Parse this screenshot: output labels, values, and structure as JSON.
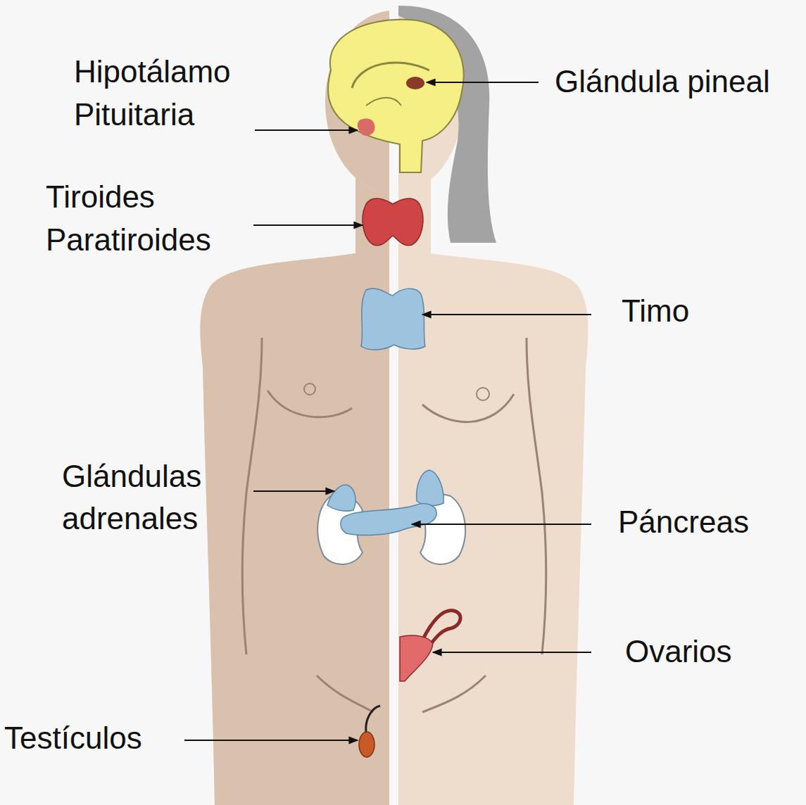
{
  "diagram": {
    "labels": [
      "Hipotálamo",
      "Pituitaria",
      "Glándula pineal",
      "Tiroides",
      "Paratiroides",
      "Timo",
      "Glándulas adrenales",
      "Páncreas",
      "Ovarios",
      "Testículos"
    ]
  }
}
